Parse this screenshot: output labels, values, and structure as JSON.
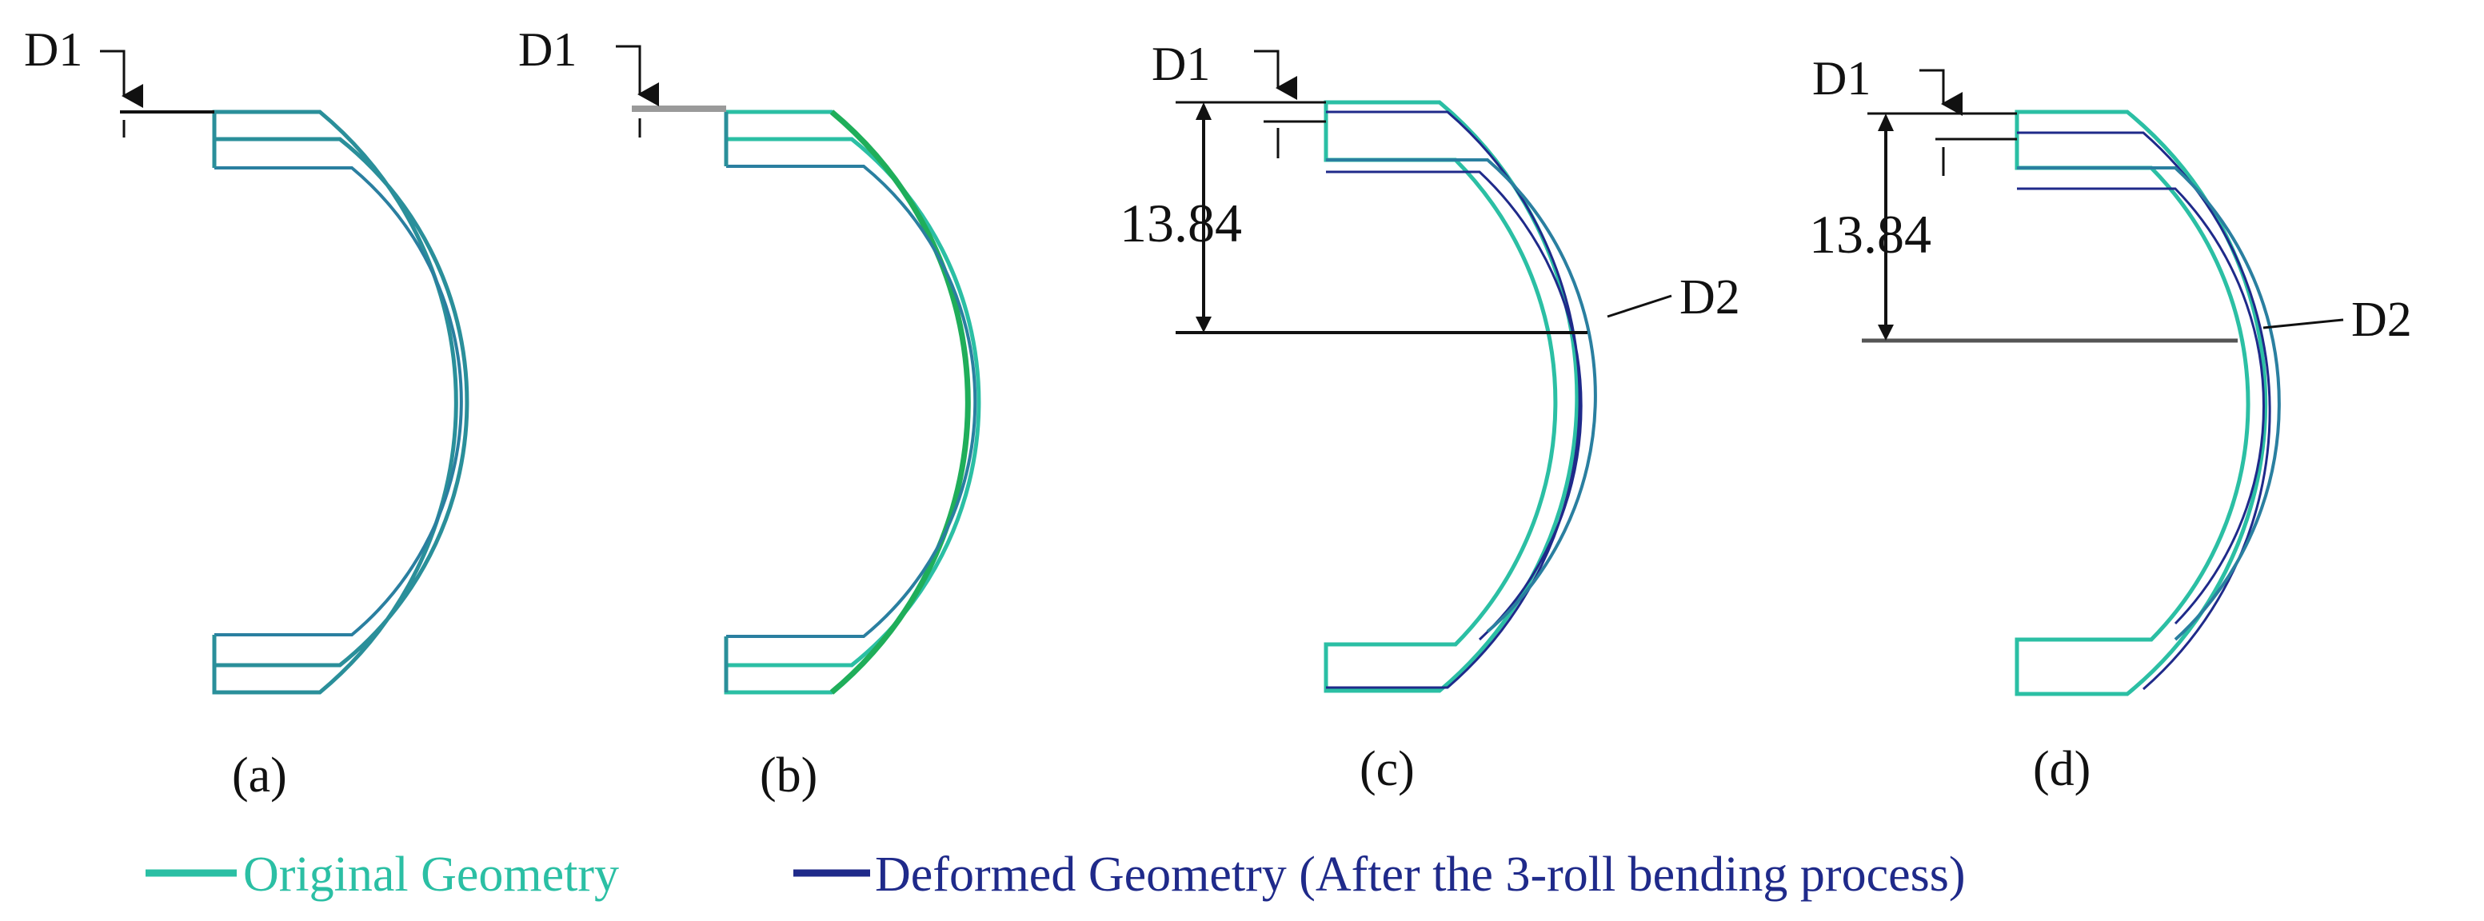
{
  "panels": [
    {
      "label": "(a)",
      "d1": "D1"
    },
    {
      "label": "(b)",
      "d1": "D1"
    },
    {
      "label": "(c)",
      "d1": "D1",
      "d2": "D2",
      "dimension": "13.84"
    },
    {
      "label": "(d)",
      "d1": "D1",
      "d2": "D2",
      "dimension": "13.84"
    }
  ],
  "legend": {
    "original": "Original Geometry",
    "deformed": "Deformed Geometry (After the 3-roll bending process)"
  },
  "colors": {
    "original": "#2bbfa4",
    "deformed": "#1f2a8a",
    "mixed": "#2a8f9a",
    "green": "#1fae5a",
    "dimension": "#111111"
  }
}
